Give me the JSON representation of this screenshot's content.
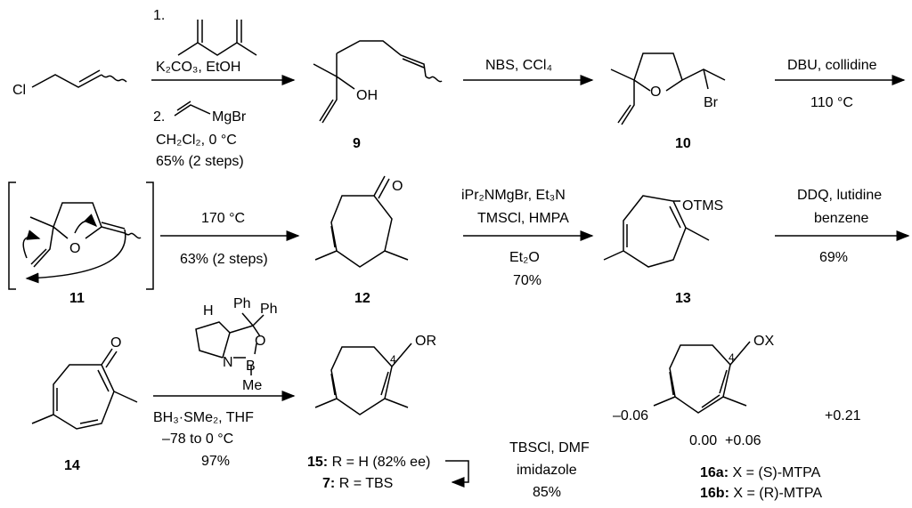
{
  "row1": {
    "sm_cl": "Cl",
    "step1_num": "1.",
    "step1_reagent": "K₂CO₃, EtOH",
    "step2_num": "2.",
    "step2_grignard": "MgBr",
    "step2_cond": "CH₂Cl₂, 0 °C",
    "step2_yield": "65% (2 steps)",
    "cmpd9_oh": "OH",
    "cmpd9_label": "9",
    "arrow2_reagent": "NBS, CCl₄",
    "cmpd10_o": "O",
    "cmpd10_br": "Br",
    "cmpd10_label": "10",
    "arrow3_reagent": "DBU, collidine",
    "arrow3_cond": "110 °C"
  },
  "row2": {
    "cmpd11_o": "O",
    "cmpd11_label": "11",
    "arrow4_cond": "170 °C",
    "arrow4_yield": "63% (2 steps)",
    "cmpd12_o": "O",
    "cmpd12_label": "12",
    "arrow5_line1": "iPr₂NMgBr, Et₃N",
    "arrow5_line2": "TMSCl, HMPA",
    "arrow5_line3": "Et₂O",
    "arrow5_yield": "70%",
    "cmpd13_otms": "OTMS",
    "cmpd13_label": "13",
    "arrow6_line1": "DDQ, lutidine",
    "arrow6_line2": "benzene",
    "arrow6_yield": "69%"
  },
  "row3": {
    "cmpd14_o": "O",
    "cmpd14_label": "14",
    "cbs_h": "H",
    "cbs_ph1": "Ph",
    "cbs_ph2": "Ph",
    "cbs_o": "O",
    "cbs_n": "N",
    "cbs_b": "B",
    "cbs_me": "Me",
    "arrow7_line1": "BH₃·SMe₂, THF",
    "arrow7_line2": "–78 to 0 °C",
    "arrow7_yield": "97%",
    "cmpd15_or": "OR",
    "cmpd15_c4": "4",
    "cmpd15_desc_label": "15:",
    "cmpd15_desc": "R = H (82% ee)",
    "cmpd7_desc_label": "7:",
    "cmpd7_desc": "R = TBS",
    "arrow8_line1": "TBSCl, DMF",
    "arrow8_line2": "imidazole",
    "arrow8_yield": "85%",
    "cmpd16_ox": "OX",
    "cmpd16_c4": "4",
    "delta_left": "–0.06",
    "delta_right": "+0.21",
    "delta_bottom": "0.00  +0.06",
    "cmpd16a_label": "16a:",
    "cmpd16a_desc": "X = (S)-MTPA",
    "cmpd16b_label": "16b:",
    "cmpd16b_desc": "X = (R)-MTPA"
  }
}
